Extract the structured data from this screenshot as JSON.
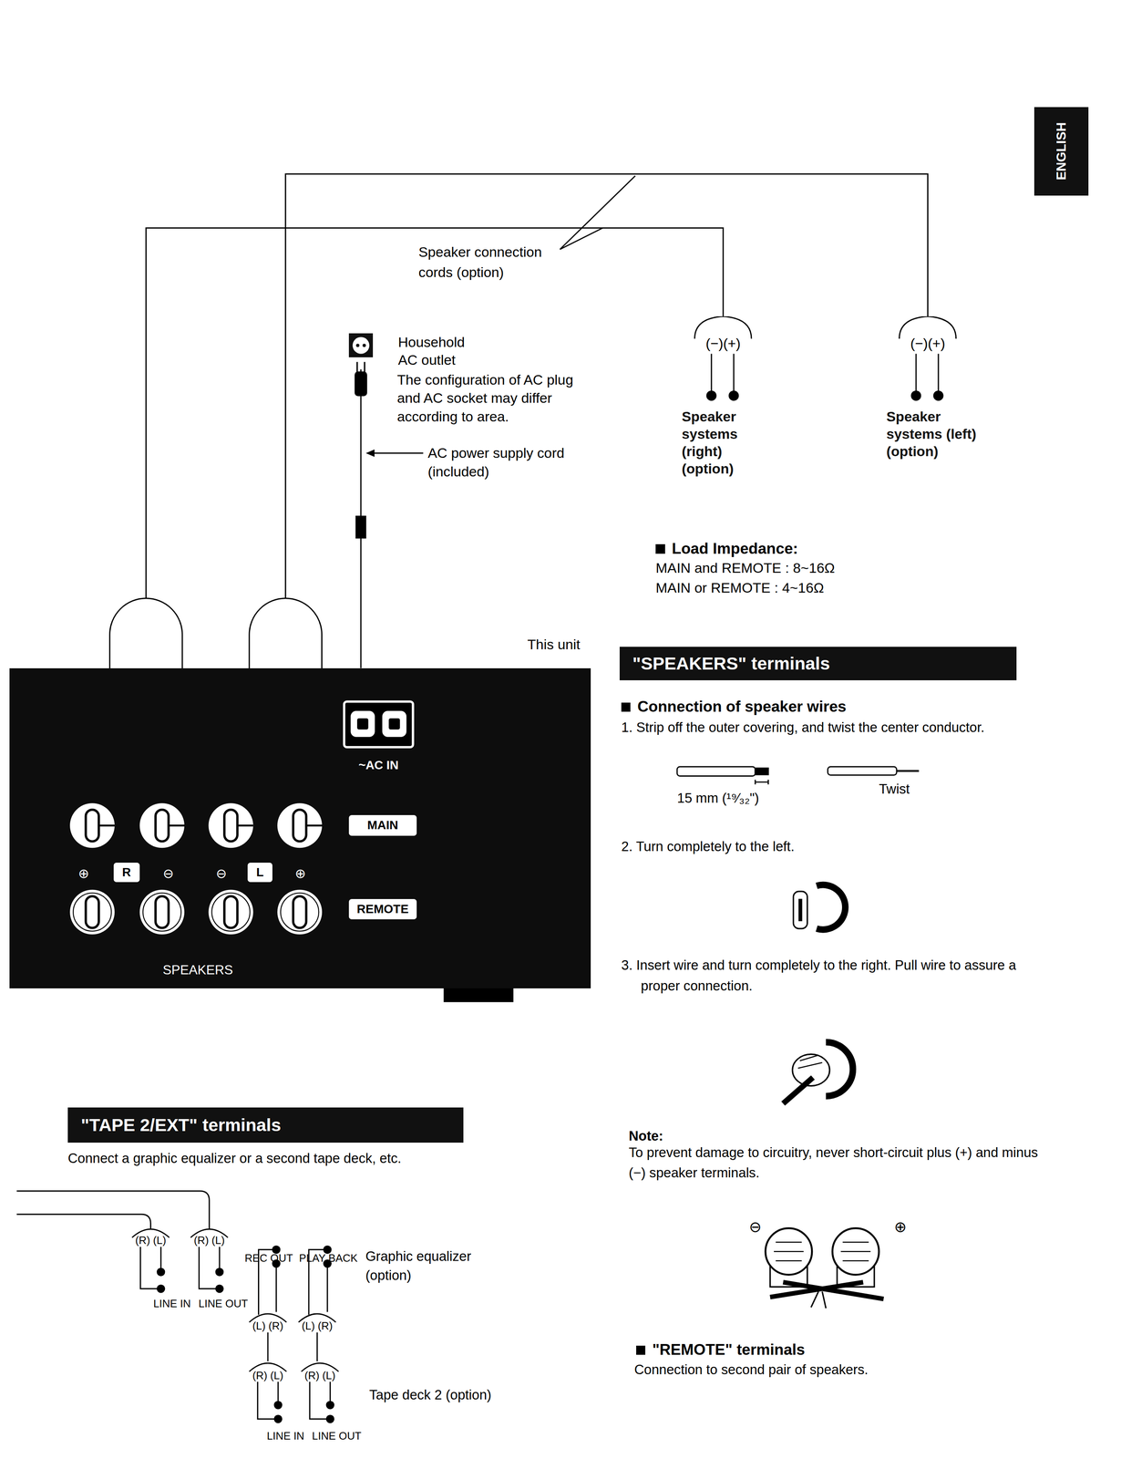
{
  "diagram": {
    "nodes": [
      {
        "text": [
          "ENGLISH"
        ]
      },
      {
        "text": [
          "(−)(+)",
          "Speaker systems (right) (option)"
        ]
      },
      {
        "text": [
          "(−)(+)",
          "Speaker systems (left) (option)"
        ]
      },
      {
        "text": [
          "Household AC outlet"
        ]
      },
      {
        "text": [
          "This unit",
          "SPEAKERS"
        ]
      },
      {
        "text": [
          "~AC IN"
        ],
        "in": 4
      },
      {
        "text": [
          "MAIN"
        ],
        "in": 4
      },
      {
        "text": [
          "REMOTE"
        ],
        "in": 4
      },
      {
        "text": [
          "R"
        ],
        "in": 4
      },
      {
        "text": [
          "L"
        ],
        "in": 4
      },
      {
        "text": [
          "\"SPEAKERS\" terminals"
        ]
      },
      {
        "text": [
          "\"TAPE 2/EXT\" terminals"
        ]
      }
    ],
    "edges": [
      {
        "from": 4,
        "to": 1,
        "arrow": "none"
      },
      {
        "from": 4,
        "to": 2,
        "arrow": "none"
      },
      {
        "from": 3,
        "to": 4,
        "arrow": "none"
      }
    ],
    "labels": [
      "Speaker connection cords (option)",
      "The configuration of AC plug and AC socket may differ according to area.",
      "AC power supply cord (included)",
      "⊕",
      "⊖",
      "⊖",
      "⊕",
      "Load Impedance:",
      "MAIN and REMOTE : 8~16Ω",
      "MAIN or REMOTE : 4~16Ω",
      "Connection of speaker wires",
      "1. Strip off the outer covering, and twist the center conductor.",
      "15 mm (¹⁹⁄₃₂\")",
      "Twist",
      "2. Turn completely to the left.",
      "3. Insert wire and turn completely to the right. Pull wire to assure a proper connection.",
      "Note:",
      "To prevent damage to circuitry, never short-circuit plus (+) and minus (−) speaker terminals.",
      "⊖",
      "⊕",
      "\"REMOTE\" terminals",
      "Connection to second pair of speakers.",
      "Connect a graphic equalizer or a second tape deck, etc.",
      "(R) (L)",
      "(R) (L)",
      "LINE IN",
      "LINE OUT",
      "REC OUT",
      "PLAY BACK",
      "Graphic equalizer (option)",
      "(L) (R)",
      "(L) (R)",
      "(R) (L)",
      "(R) (L)",
      "Tape deck 2 (option)",
      "LINE IN",
      "LINE OUT"
    ]
  }
}
